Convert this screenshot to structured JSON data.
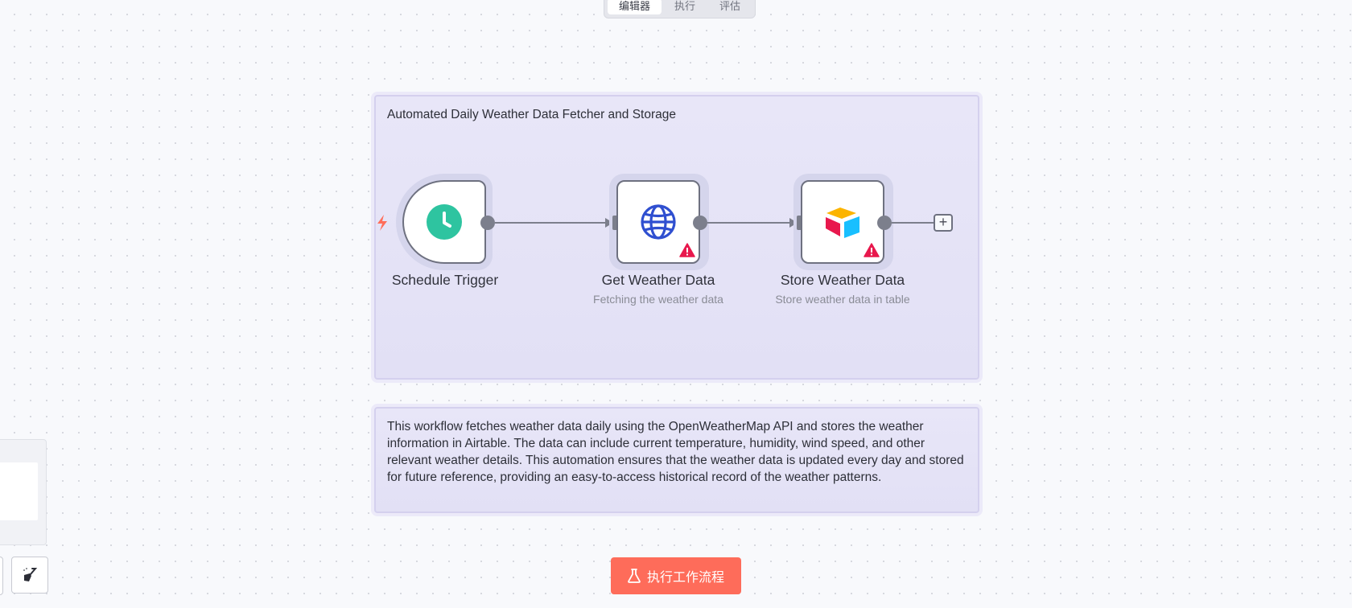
{
  "top_tabs": [
    {
      "label": "编辑器",
      "active": true
    },
    {
      "label": "执行",
      "active": false
    },
    {
      "label": "评估",
      "active": false
    }
  ],
  "canvas": {
    "group_note": {
      "title": "Automated Daily Weather Data Fetcher and Storage"
    },
    "description_note": {
      "text": "This workflow fetches weather data daily using the OpenWeatherMap API and stores the weather information in Airtable. The data can include current temperature, humidity, wind speed, and other relevant weather details. This automation ensures that the weather data is updated every day and stored for future reference, providing an easy-to-access historical record of the weather patterns."
    },
    "nodes": [
      {
        "label": "Schedule Trigger",
        "subtitle": "",
        "icon": "clock-icon",
        "warning": false
      },
      {
        "label": "Get Weather Data",
        "subtitle": "Fetching the weather data",
        "icon": "globe-icon",
        "warning": true
      },
      {
        "label": "Store Weather Data",
        "subtitle": "Store weather data in table",
        "icon": "airtable-icon",
        "warning": true
      }
    ],
    "add_node_symbol": "+"
  },
  "execute_button": {
    "label": "执行工作流程",
    "icon": "flask-icon"
  },
  "colors": {
    "accent": "#fe6c5a",
    "note_bg": "#e6e4f7",
    "trigger_icon": "#2ec4a0",
    "globe_icon": "#2f4fd0",
    "warning": "#e8184d"
  }
}
